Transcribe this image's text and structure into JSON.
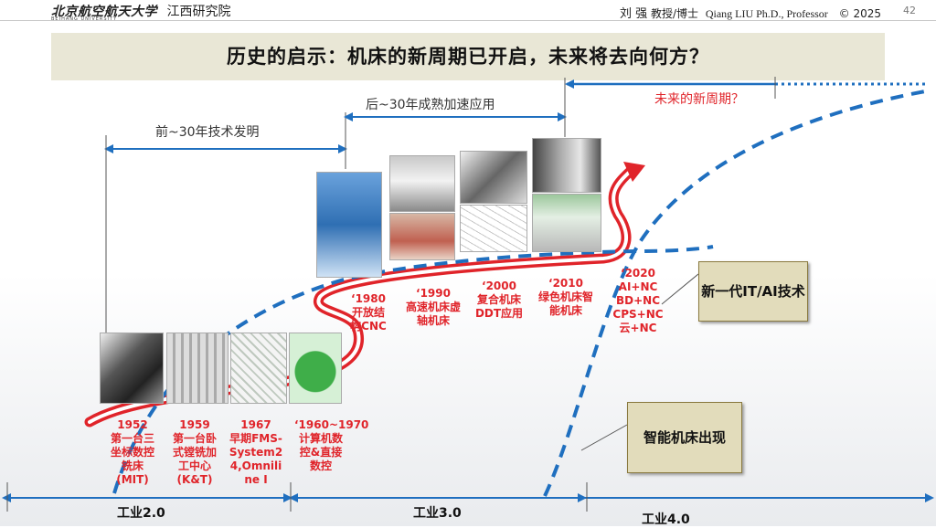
{
  "header": {
    "logo_text": "北京航空航天大学",
    "logo_sub": "BEIHANG UNIVERSITY",
    "institute": "江西研究院",
    "author_name": "刘 强",
    "author_title": "教授/博士",
    "author_en": "Qiang LIU Ph.D., Professor",
    "copyright": "© 2025",
    "page_number": "42"
  },
  "title": "历史的启示：机床的新周期已开启，未来将去向何方？",
  "spans": {
    "front": "前~30年技术发明",
    "back": "后~30年成熟加速应用",
    "future": "未来的新周期？"
  },
  "milestones": [
    {
      "year": "1952",
      "text": "第一台三坐标数控铣床(MIT)"
    },
    {
      "year": "1959",
      "text": "第一台卧式镗铣加工中心(K&T)"
    },
    {
      "year": "1967",
      "text": "早期FMS-System24,Omniline I"
    },
    {
      "year": "‘1960~1970",
      "text": "计算机数控&直接数控"
    },
    {
      "year": "‘1980",
      "text": "开放结构CNC"
    },
    {
      "year": "‘1990",
      "text": "高速机床虚轴机床"
    },
    {
      "year": "‘2000",
      "text": "复合机床DDT应用"
    },
    {
      "year": "‘2010",
      "text": "绿色机床智能机床"
    },
    {
      "year": "‘2020",
      "text": "AI+NC BD+NC CPS+NC 云+NC"
    }
  ],
  "boxes": {
    "new_gen": "新一代IT/AI技术",
    "smart": "智能机床出现"
  },
  "eras": [
    "工业2.0",
    "工业3.0",
    "工业4.0"
  ],
  "colors": {
    "accent_blue": "#1f6fbf",
    "accent_red": "#e0242a",
    "title_bg": "#e9e7d6",
    "box_bg": "#e2dcbb"
  }
}
